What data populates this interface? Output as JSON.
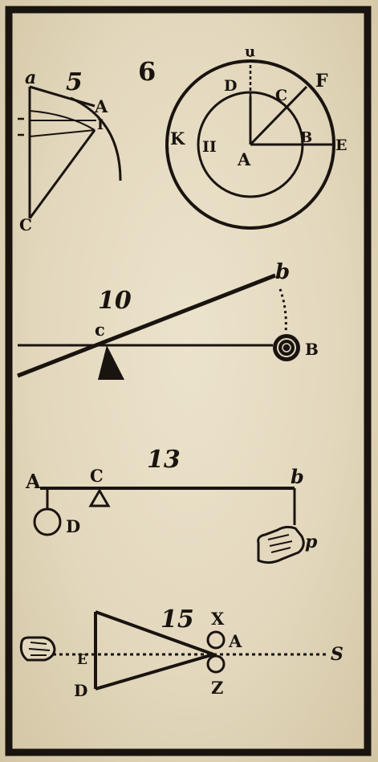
{
  "figures": [
    {
      "number": "5",
      "labels": {
        "a": "a",
        "A": "A",
        "i": "I",
        "c": "C"
      }
    },
    {
      "number": "6",
      "labels": {
        "top": "u",
        "D": "D",
        "C": "C",
        "F": "F",
        "K": "K",
        "H": "II",
        "A": "A",
        "B": "B",
        "E": "E"
      }
    },
    {
      "number": "10",
      "labels": {
        "b": "b",
        "c": "c",
        "B": "B"
      }
    },
    {
      "number": "13",
      "labels": {
        "A": "A",
        "C": "C",
        "b": "b",
        "D": "D",
        "p": "p"
      }
    },
    {
      "number": "15",
      "labels": {
        "X": "X",
        "A": "A",
        "E": "E",
        "D": "D",
        "Z": "Z",
        "S": "S"
      }
    }
  ]
}
